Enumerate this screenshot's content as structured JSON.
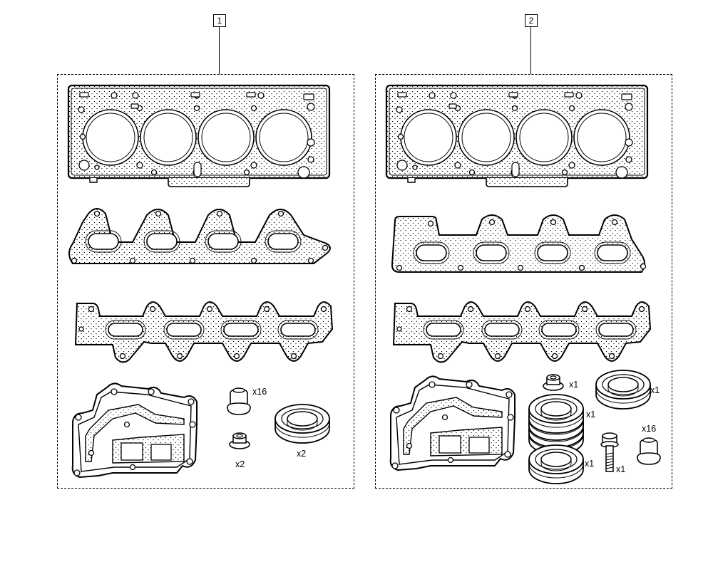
{
  "kits": [
    {
      "label": "1",
      "quantities": {
        "valve_stem_seal": "x16",
        "flange_nut": "x2",
        "oil_seal": "x2"
      }
    },
    {
      "label": "2",
      "quantities": {
        "flange_nut": "x1",
        "oil_seal_large": "x1",
        "oil_seal_stack": "x1",
        "oil_seal_small": "x1",
        "bolt": "x1",
        "valve_stem_seal": "x16"
      }
    }
  ]
}
